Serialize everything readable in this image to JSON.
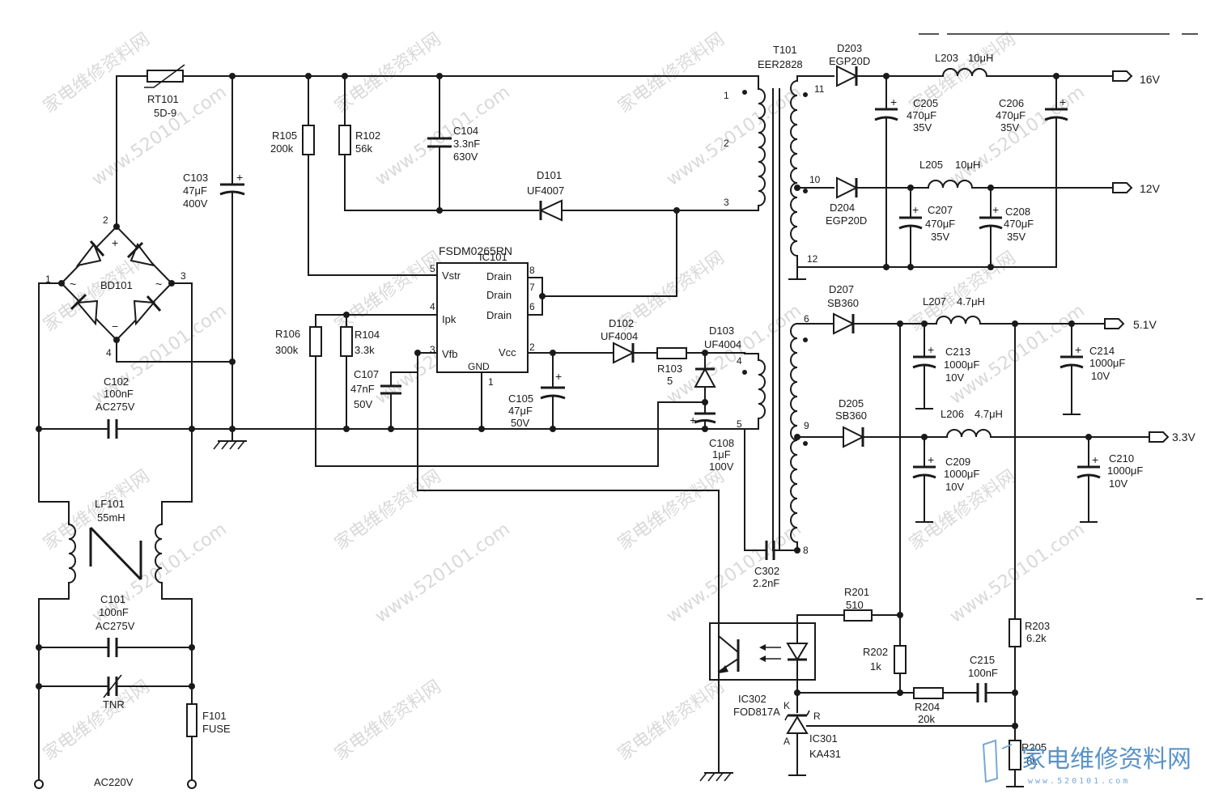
{
  "watermark": {
    "site_cn": "家电维修资料网",
    "site_url": "www.520101.com",
    "logo_text": "家电维修资料网",
    "logo_url": "www.520101.com"
  },
  "labels": {
    "rt101": "RT101",
    "rt101_val": "5D-9",
    "c103": "C103",
    "c103_val1": "47μF",
    "c103_val2": "400V",
    "r105": "R105",
    "r105_val": "200k",
    "r102": "R102",
    "r102_val": "56k",
    "c104": "C104",
    "c104_val1": "3.3nF",
    "c104_val2": "630V",
    "d101": "D101",
    "d101_val": "UF4007",
    "t101": "T101",
    "t101_val": "EER2828",
    "ic101": "IC101",
    "ic101_val": "FSDM0265RN",
    "vstr": "Vstr",
    "drain1": "Drain",
    "drain2": "Drain",
    "drain3": "Drain",
    "ipk": "Ipk",
    "vfb": "Vfb",
    "vcc": "Vcc",
    "gnd": "GND",
    "bd101": "BD101",
    "r106": "R106",
    "r106_val": "300k",
    "r104": "R104",
    "r104_val": "3.3k",
    "c107": "C107",
    "c107_val1": "47nF",
    "c107_val2": "50V",
    "c105": "C105",
    "c105_val1": "47μF",
    "c105_val2": "50V",
    "d102": "D102",
    "d102_val": "UF4004",
    "r103": "R103",
    "r103_val": "5",
    "d103": "D103",
    "d103_val": "UF4004",
    "c108": "C108",
    "c108_val1": "1μF",
    "c108_val2": "100V",
    "c102": "C102",
    "c102_val1": "100nF",
    "c102_val2": "AC275V",
    "lf101": "LF101",
    "lf101_val": "55mH",
    "c101": "C101",
    "c101_val1": "100nF",
    "c101_val2": "AC275V",
    "tnr": "TNR",
    "f101": "F101",
    "f101_val": "FUSE",
    "ac220": "AC220V",
    "c302": "C302",
    "c302_val": "2.2nF",
    "d203": "D203",
    "d203_val": "EGP20D",
    "l203": "L203",
    "l203_val": "10μH",
    "c205": "C205",
    "c205_val1": "470μF",
    "c205_val2": "35V",
    "c206": "C206",
    "c206_val1": "470μF",
    "c206_val2": "35V",
    "out16": "16V",
    "d204": "D204",
    "d204_val": "EGP20D",
    "l205": "L205",
    "l205_val": "10μH",
    "c207": "C207",
    "c207_val1": "470μF",
    "c207_val2": "35V",
    "c208": "C208",
    "c208_val1": "470μF",
    "c208_val2": "35V",
    "out12": "12V",
    "d207": "D207",
    "d207_val": "SB360",
    "l207": "L207",
    "l207_val": "4.7μH",
    "c213": "C213",
    "c213_val1": "1000μF",
    "c213_val2": "10V",
    "c214": "C214",
    "c214_val1": "1000μF",
    "c214_val2": "10V",
    "out51": "5.1V",
    "d205": "D205",
    "d205_val": "SB360",
    "l206": "L206",
    "l206_val": "4.7μH",
    "c209": "C209",
    "c209_val1": "1000μF",
    "c209_val2": "10V",
    "c210": "C210",
    "c210_val1": "1000μF",
    "c210_val2": "10V",
    "out33": "3.3V",
    "r201": "R201",
    "r201_val": "510",
    "r202": "R202",
    "r202_val": "1k",
    "r203": "R203",
    "r203_val": "6.2k",
    "c215": "C215",
    "c215_val": "100nF",
    "r204": "R204",
    "r204_val": "20k",
    "r205": "R205",
    "r205_val": "6k",
    "ic302": "IC302",
    "ic302_val": "FOD817A",
    "ic301": "IC301",
    "ic301_val": "KA431",
    "k": "K",
    "r": "R",
    "a": "A"
  },
  "pins": {
    "t1": "1",
    "t2": "2",
    "t3": "3",
    "t4": "4",
    "t5": "5",
    "t6": "6",
    "t8": "8",
    "t9": "9",
    "t10": "10",
    "t11": "11",
    "t12": "12",
    "bd1": "1",
    "bd2": "2",
    "bd3": "3",
    "bd4": "4",
    "ic5": "5",
    "ic4": "4",
    "ic3": "3",
    "ic8": "8",
    "ic7": "7",
    "ic6": "6",
    "ic2": "2",
    "ic1": "1",
    "plus": "+",
    "minus": "−",
    "tilde": "~"
  }
}
